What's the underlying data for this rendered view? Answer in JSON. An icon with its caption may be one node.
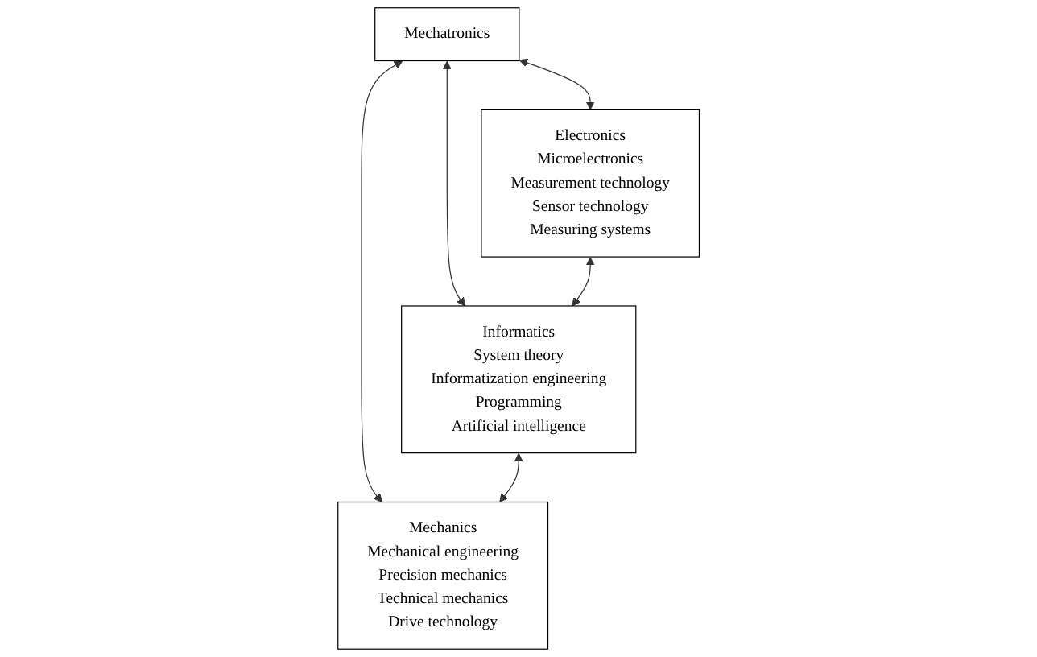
{
  "diagram": {
    "nodes": [
      {
        "text": [
          "Mechatronics"
        ]
      },
      {
        "text": [
          "Electronics",
          "Microelectronics",
          "Measurement technology",
          "Sensor technology",
          "Measuring systems"
        ]
      },
      {
        "text": [
          "Informatics",
          "System theory",
          "Informatization engineering",
          "Programming",
          "Artificial intelligence"
        ]
      },
      {
        "text": [
          "Mechanics",
          "Mechanical engineering",
          "Precision mechanics",
          "Technical mechanics",
          "Drive technology"
        ]
      }
    ],
    "edges": [
      {
        "from": 0,
        "to": 1,
        "arrow": "both"
      },
      {
        "from": 0,
        "to": 2,
        "arrow": "both"
      },
      {
        "from": 0,
        "to": 3,
        "arrow": "both"
      },
      {
        "from": 1,
        "to": 2,
        "arrow": "both"
      },
      {
        "from": 2,
        "to": 3,
        "arrow": "both"
      }
    ]
  }
}
